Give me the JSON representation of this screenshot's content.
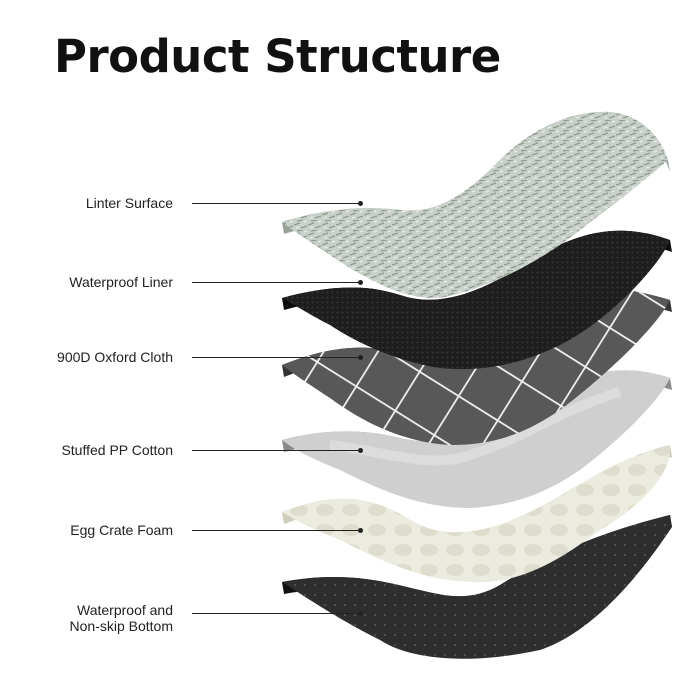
{
  "title": "Product Structure",
  "layers": [
    {
      "name": "Linter Surface",
      "color": "#c9d0c9"
    },
    {
      "name": "Waterproof Liner",
      "color": "#1e1e1e"
    },
    {
      "name": "900D Oxford Cloth",
      "color": "#555555"
    },
    {
      "name": "Stuffed PP Cotton",
      "color": "#c6c6c6"
    },
    {
      "name": "Egg Crate Foam",
      "color": "#ecebdf"
    },
    {
      "name": "Waterproof and\nNon-skip Bottom",
      "color": "#2e2e2e"
    }
  ]
}
